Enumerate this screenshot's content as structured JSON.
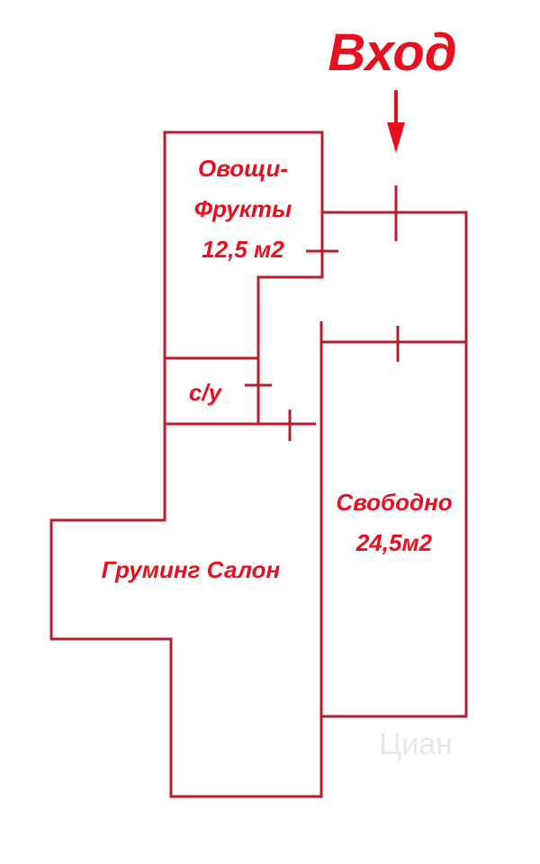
{
  "entrance": {
    "label": "Вход"
  },
  "rooms": {
    "veg": {
      "line1": "Овощи-",
      "line2": "Фрукты",
      "area": "12,5 м2"
    },
    "wc": {
      "label": "с/у"
    },
    "grooming": {
      "label": "Груминг Салон"
    },
    "free": {
      "label": "Свободно",
      "area": "24,5м2"
    }
  },
  "watermark": "Циан",
  "colors": {
    "wall": "#b71c2c",
    "text": "#e8101e"
  }
}
